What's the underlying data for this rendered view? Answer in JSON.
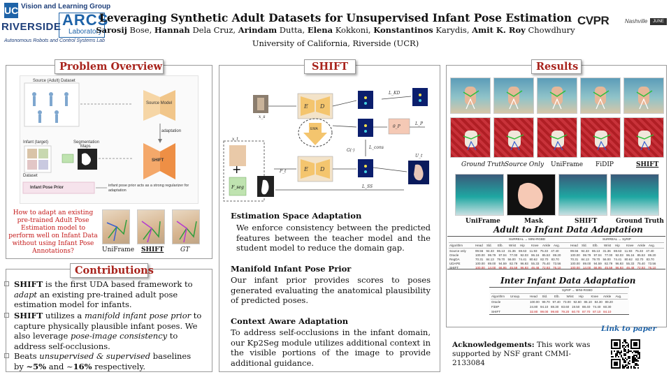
{
  "header": {
    "logo_uc": "UC",
    "lab_group": "Vision and Learning Group",
    "riverside": "RIVERSIDE",
    "arcs": "ARCS",
    "arcs_lab": "Laboratory",
    "arcs_sub": "Autonomous Robots and Control Systems Lab",
    "title": "Leveraging Synthetic Adult Datasets for Unsupervised Infant Pose Estimation",
    "authors": [
      {
        "first": "Sarosij",
        "last": "Bose"
      },
      {
        "first": "Hannah",
        "last": "Dela Cruz"
      },
      {
        "first": "Arindam",
        "last": "Dutta"
      },
      {
        "first": "Elena",
        "last": "Kokkoni"
      },
      {
        "first": "Konstantinos",
        "last": "Karydis"
      },
      {
        "first": "Amit K. Roy",
        "last": "Chowdhury"
      }
    ],
    "affiliation": "University of California, Riverside (UCR)",
    "conference": "CVPR",
    "conference_city": "Nashville",
    "conference_badge": "JUNE 11-15, 2025"
  },
  "problem": {
    "heading": "Problem Overview",
    "fig_labels": {
      "source": "Source (Adult) Dataset",
      "source_model": "Source Model",
      "adaptation": "adaptation",
      "infant_target": "Infant (target)",
      "dataset": "Dataset",
      "segmentation": "Segmentation",
      "maps": "Maps",
      "shift": "SHIFT",
      "prior": "Infant Pose Prior",
      "prior_note": "infant pose prior acts as a strong regularizer for adaptation"
    },
    "question": "How to adapt an existing pre-trained Adult Pose Estimation model to perform well on Infant Data without using Infant Pose Annotations?",
    "captions": [
      "UniFrame",
      "SHIFT",
      "GT"
    ]
  },
  "contributions": {
    "heading": "Contributions",
    "items": [
      {
        "bold": "SHIFT",
        "text1": " is the first UDA based framework to ",
        "italic": "adapt",
        "text2": " an existing pre-trained adult pose estimation model for infants."
      },
      {
        "bold": "SHIFT",
        "text1": " utilizes a ",
        "italic": "manifold infant pose prior",
        "text2": " to capture physically plausible infant poses. We also leverage ",
        "italic2": "pose-image consistency",
        "text3": " to address self-occlusions."
      },
      {
        "text1": "Beats ",
        "italic": "unsupervised & supervised",
        "text2": " baselines by ",
        "bold_a": "~5%",
        "text3": " and ~",
        "bold_b": "16%",
        "text4": " respectively."
      }
    ]
  },
  "shift": {
    "heading": "SHIFT",
    "diagram": {
      "x_s": "x_s",
      "x_t": "x_t",
      "encoder": "E",
      "decoder": "D",
      "ema": "EMA",
      "theta_p": "θ_P",
      "g_op": "G(·)",
      "u_t": "U_t",
      "l_kd": "L_KD",
      "l_p": "L_P",
      "l_cons": "L_cons",
      "l_ss": "L_SS",
      "p_t": "P_t"
    },
    "sections": [
      {
        "title": "Estimation Space Adaptation",
        "body": "We enforce consistency between the predicted features between the teacher model and the student model to reduce the domain gap."
      },
      {
        "title": "Manifold Infant Pose Prior",
        "body": "Our infant prior provides scores to poses generated evaluating the anatomical plausibility of predicted poses."
      },
      {
        "title": "Context Aware Adaptation",
        "body": "To address self-occlusions in the infant domain, our Kp2Seg module utilizes additional context in the visible portions of the image to provide additional guidance."
      }
    ]
  },
  "results": {
    "heading": "Results",
    "row_captions": [
      "Ground Truth",
      "Source Only",
      "UniFrame",
      "FiDIP",
      "SHIFT"
    ],
    "row2_captions": [
      "UniFrame",
      "Mask",
      "SHIFT",
      "Ground Truth"
    ],
    "table1_title": "Adult to Infant Data Adaptation",
    "table2_title": "Inter Infant Data Adaptation",
    "table1_header_a": "SURREAL → MINI-RGBD",
    "table1_header_b": "SURREAL → SyRIP",
    "table2_header": "SyRIP → MINI-RGBD",
    "columns": [
      "Algorithm",
      "Head",
      "Sld.",
      "Elb.",
      "Wrist",
      "Hip",
      "Knee",
      "Ankle",
      "Avg."
    ],
    "table1_rows": [
      {
        "name": "Source only",
        "vals": "99.56 94.33 86.13 31.36 69.63 11.93 75.33 47.40"
      },
      {
        "name": "Oracle",
        "vals": "100.00 99.79 97.04 77.00 92.03 96.16 85.53 89.20"
      },
      {
        "name": "RegDA",
        "vals": "70.31 84.13 79.70 56.00 74.41 80.62 82.70 83.70"
      },
      {
        "name": "UDAPE",
        "vals": "100.00 89.00 94.59 82.79 96.93 55.33 75.40 73.56"
      },
      {
        "name": "SHIFT",
        "vals": "100.00 14.00 66.95 45.59 96.93 46.48 72.93 76.10"
      }
    ],
    "table2_columns": [
      "Algorithm",
      "Unsup.",
      "Head",
      "Sld.",
      "Elb.",
      "Wrist",
      "Hip",
      "Knee",
      "Ankle",
      "Avg."
    ],
    "table2_rows": [
      {
        "name": "Oracle",
        "vals": "100.00 99.70 97.40 73.00 92.60 86.10 84.30 89.20"
      },
      {
        "name": "FiDIP",
        "vals": "24.80 94.10 88.30 83.60 19.50 88.40 74.40 60.30"
      },
      {
        "name": "SHIFT",
        "vals": "32.80 99.00 99.80 79.20 60.70 87.70 87.10 84.10"
      }
    ]
  },
  "acknowledgements": {
    "label": "Acknowledgements:",
    "text": " This work was supported by NSF grant CMMI-2133084"
  },
  "link": {
    "label": "Link to paper",
    "qr_icon": "qr-code-icon"
  },
  "colors": {
    "heading_red": "#a8231c",
    "question_red": "#c41a1a",
    "ucr_blue": "#1e63a8",
    "link_blue": "#1e63a8"
  }
}
